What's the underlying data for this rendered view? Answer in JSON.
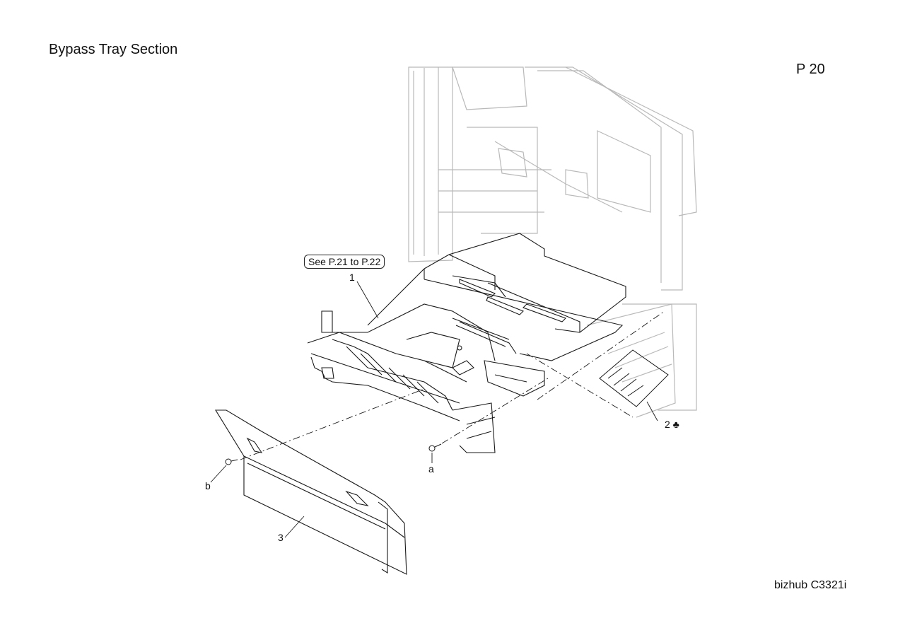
{
  "header": {
    "section_title": "Bypass Tray Section",
    "page_label": "P 20"
  },
  "footer": {
    "model": "bizhub C3321i"
  },
  "reference_box": {
    "text": "See P.21 to P.22"
  },
  "callouts": {
    "part1": "1",
    "part2": "2 ♣",
    "part3": "3",
    "screw_a": "a",
    "screw_b": "b"
  }
}
